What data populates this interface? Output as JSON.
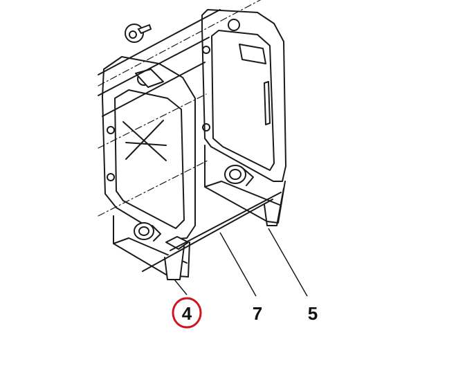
{
  "diagram": {
    "colors": {
      "line": "#1a1a1a",
      "background": "#ffffff",
      "highlight_circle": "#d0141e"
    },
    "callouts": [
      {
        "label": "4",
        "highlighted": true
      },
      {
        "label": "7",
        "highlighted": false
      },
      {
        "label": "5",
        "highlighted": false
      }
    ]
  }
}
